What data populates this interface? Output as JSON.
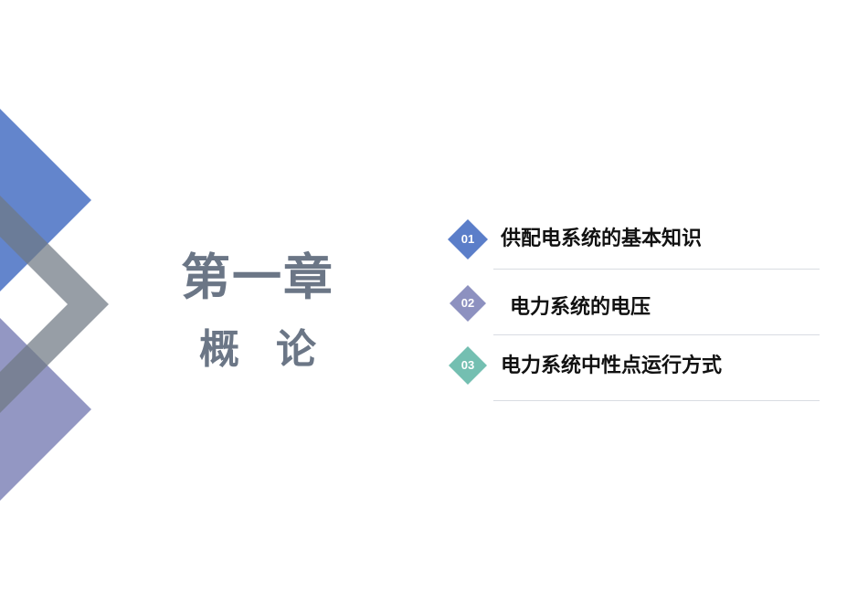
{
  "slide": {
    "chapter_title": "第一章",
    "subtitle_left": "概",
    "subtitle_right": "论",
    "colors": {
      "blue_diamond": "#5b7ec9",
      "gray_frame": "#7b8490",
      "purple_diamond": "#8d91c0",
      "title_text": "#6b7686"
    }
  },
  "toc": {
    "items": [
      {
        "number": "01",
        "label": "供配电系统的基本知识",
        "color": "#5b7ec9"
      },
      {
        "number": "02",
        "label": "电力系统的电压",
        "color": "#8d91c0"
      },
      {
        "number": "03",
        "label": "电力系统中性点运行方式",
        "color": "#74bfb1"
      }
    ]
  }
}
